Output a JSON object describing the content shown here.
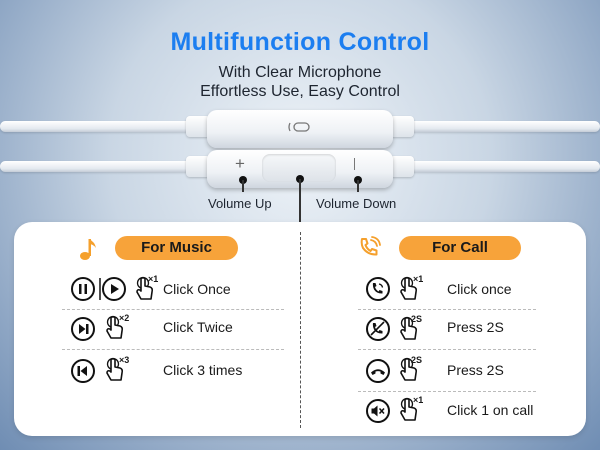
{
  "header": {
    "title": "Multifunction Control",
    "subtitle_line1": "With Clear Microphone",
    "subtitle_line2": "Effortless Use, Easy Control"
  },
  "controller": {
    "volume_up_label": "Volume Up",
    "volume_down_label": "Volume Down",
    "plus_symbol": "+"
  },
  "music": {
    "heading": "For Music",
    "icon": "music-note-icon",
    "rows": [
      {
        "icons": [
          "pause-icon",
          "play-icon"
        ],
        "tap": "×1",
        "action": "Click Once"
      },
      {
        "icons": [
          "next-track-icon"
        ],
        "tap": "×2",
        "action": "Click Twice"
      },
      {
        "icons": [
          "previous-track-icon"
        ],
        "tap": "×3",
        "action": "Click 3 times"
      }
    ]
  },
  "call": {
    "heading": "For Call",
    "icon": "phone-ringing-icon",
    "rows": [
      {
        "icons": [
          "answer-call-icon"
        ],
        "tap": "×1",
        "action": "Click once"
      },
      {
        "icons": [
          "reject-call-icon"
        ],
        "tap": "2S",
        "action": "Press 2S"
      },
      {
        "icons": [
          "hang-up-icon"
        ],
        "tap": "2S",
        "action": "Press 2S"
      },
      {
        "icons": [
          "mute-icon"
        ],
        "tap": "×1",
        "action": "Click 1 on call"
      }
    ]
  },
  "colors": {
    "title_blue": "#1c7ef0",
    "pill_orange": "#f7a33a",
    "icon_orange": "#f5a02c"
  }
}
